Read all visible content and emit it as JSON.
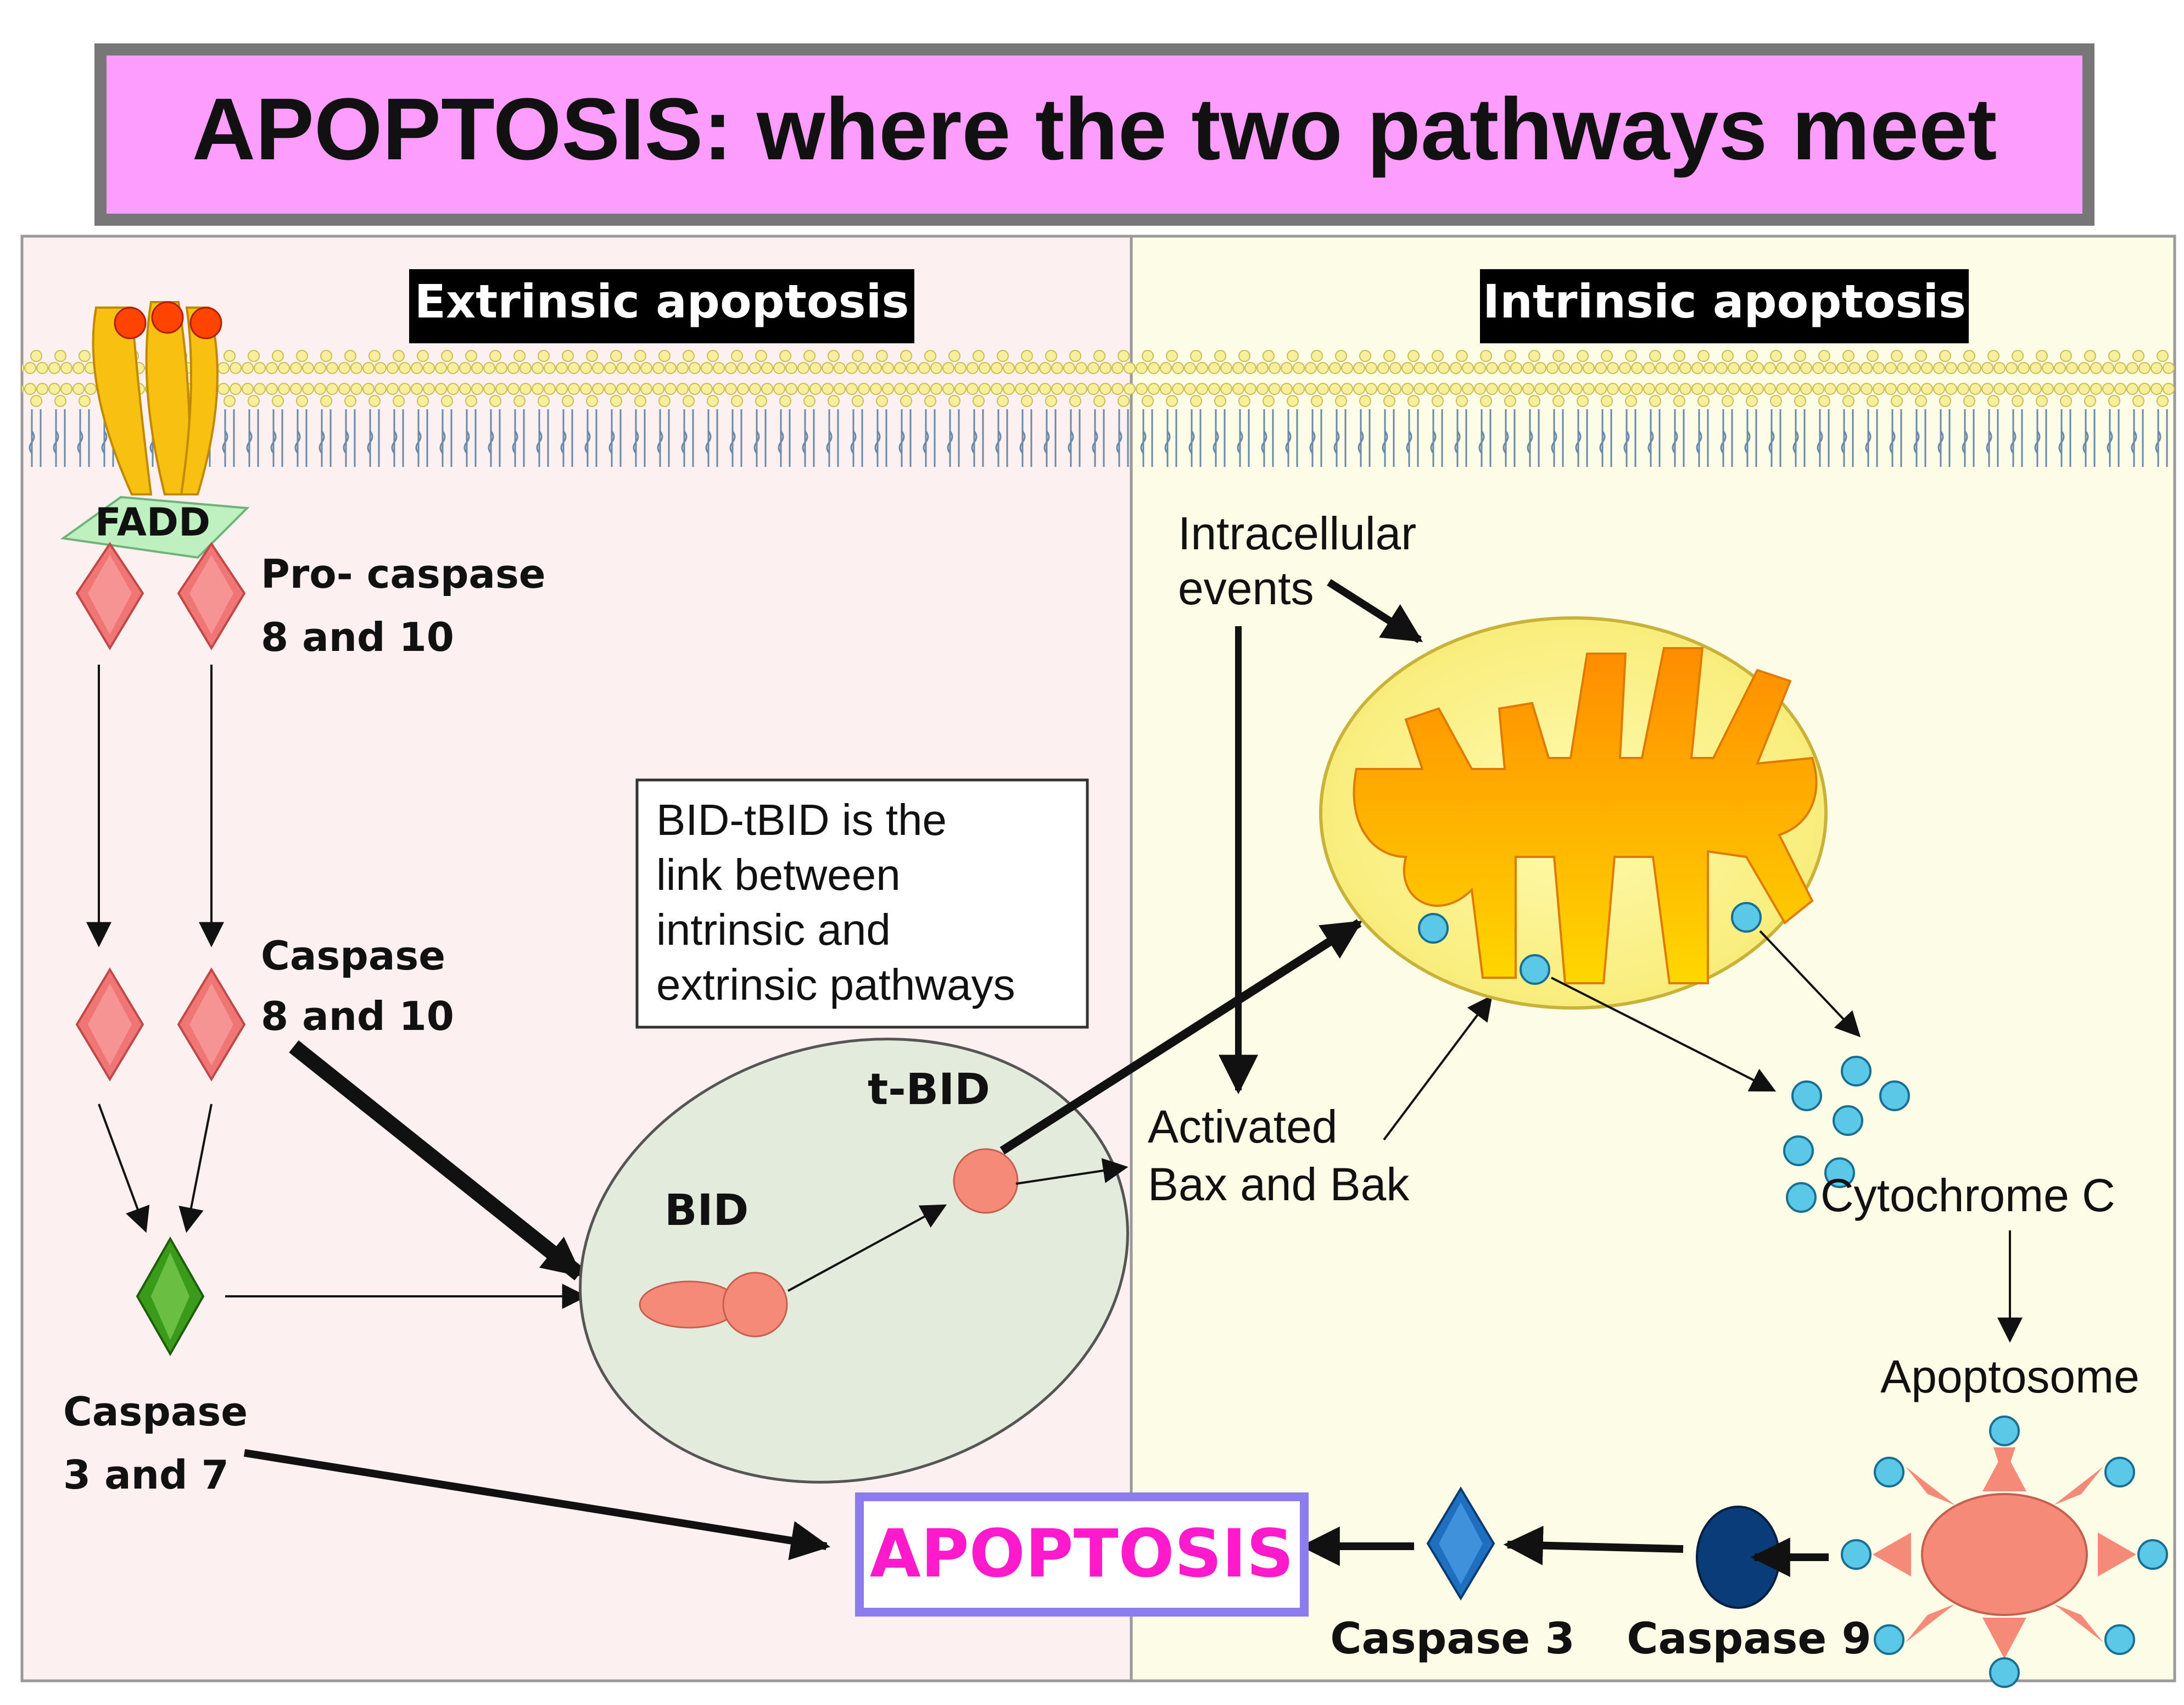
{
  "title": "APOPTOSIS: where the two pathways meet",
  "panels": {
    "extrinsic_title": "Extrinsic apoptosis",
    "intrinsic_title": "Intrinsic apoptosis"
  },
  "extrinsic": {
    "fadd": "FADD",
    "procaspase_line1": "Pro- caspase",
    "procaspase_line2": "8 and 10",
    "caspase_line1": "Caspase",
    "caspase_line2": "8 and 10",
    "caspase37_line1": "Caspase",
    "caspase37_line2": "3 and 7"
  },
  "link_box": {
    "line1": "BID-tBID is the",
    "line2": "link between",
    "line3": "intrinsic and",
    "line4": "extrinsic pathways"
  },
  "bid": {
    "bid": "BID",
    "tbid": "t-BID"
  },
  "intrinsic": {
    "events_line1": "Intracellular",
    "events_line2": "events",
    "bax_line1": "Activated",
    "bax_line2": "Bax and Bak",
    "cytochrome": "Cytochrome C",
    "apoptosome": "Apoptosome",
    "caspase9": "Caspase 9",
    "caspase3": "Caspase 3"
  },
  "apoptosis_label": "APOPTOSIS",
  "colors": {
    "title_bg": "#fd9dfd",
    "title_border": "#777777",
    "extrinsic_bg": "#fdf0f0",
    "intrinsic_bg": "#fdfce6",
    "apoptosis_text": "#ff1acc",
    "apoptosis_border": "#8c7cf0",
    "caspase_pink": "#f07575",
    "caspase_green": "#3a9a1a",
    "bid_salmon": "#f58a78",
    "bid_ellipse": "#e3ecdc",
    "mito_outer": "#fdf38a",
    "mito_inner": "#ff9a10",
    "cytochrome_blue": "#5cc8e8",
    "caspase9_navy": "#0a3c7a",
    "caspase3_blue": "#1e6fc0"
  }
}
